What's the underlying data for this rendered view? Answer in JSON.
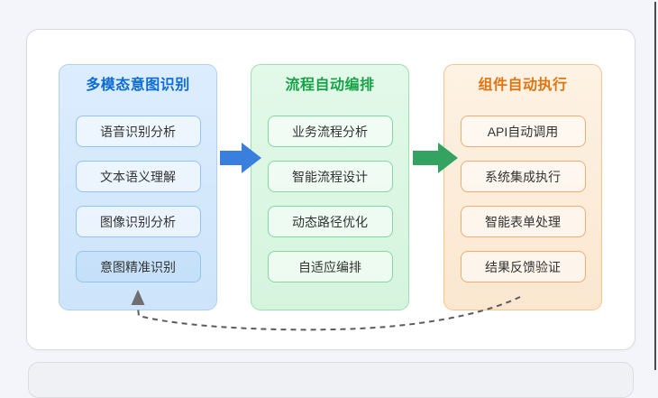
{
  "diagram": {
    "columns": [
      {
        "title": "多模态意图识别",
        "accent_color": "#0c6cd6",
        "items": [
          "语音识别分析",
          "文本语义理解",
          "图像识别分析",
          "意图精准识别"
        ]
      },
      {
        "title": "流程自动编排",
        "accent_color": "#16a348",
        "items": [
          "业务流程分析",
          "智能流程设计",
          "动态路径优化",
          "自适应编排"
        ]
      },
      {
        "title": "组件自动执行",
        "accent_color": "#e27410",
        "items": [
          "API自动调用",
          "系统集成执行",
          "智能表单处理",
          "结果反馈验证"
        ]
      }
    ],
    "arrows": {
      "forward_arrow_1_color": "#3b7fde",
      "forward_arrow_2_color": "#34a362",
      "feedback_arrow_color": "#5c5c5c",
      "feedback_flow": "组件自动执行 → 多模态意图识别"
    }
  }
}
